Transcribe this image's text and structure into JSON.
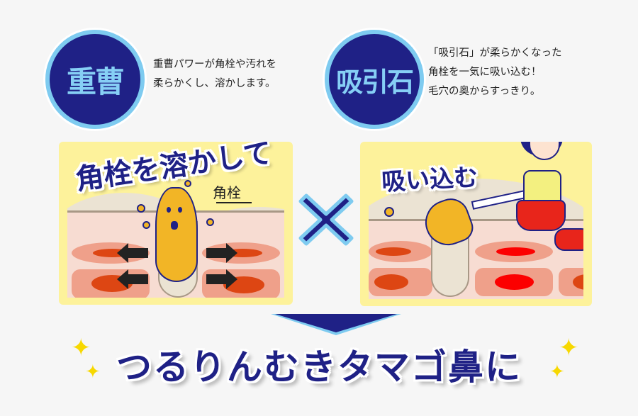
{
  "features": [
    {
      "badge": "重曹",
      "description": [
        "重曹パワーが角栓や汚れを",
        "柔らかくし、溶かします。"
      ]
    },
    {
      "badge": "吸引石",
      "description": [
        "「吸引石」が柔らかくなった",
        "角栓を一気に吸い込む！",
        "毛穴の奥からすっきり。"
      ]
    }
  ],
  "panels": {
    "left": {
      "title": "角栓を溶かして",
      "label": "角栓"
    },
    "right": {
      "title": "吸い込む"
    }
  },
  "operator": "×",
  "result": {
    "headline": "つるりんむきタマゴ鼻に",
    "sparkle": "✦"
  },
  "colors": {
    "navy": "#1f2186",
    "light_blue": "#7ecbf0",
    "panel_yellow": "#fdf29b",
    "plug_orange": "#f2b526",
    "skin_pink": "#efa08a",
    "core_red": "#dd4613",
    "sparkle_yellow": "#f7d800"
  }
}
